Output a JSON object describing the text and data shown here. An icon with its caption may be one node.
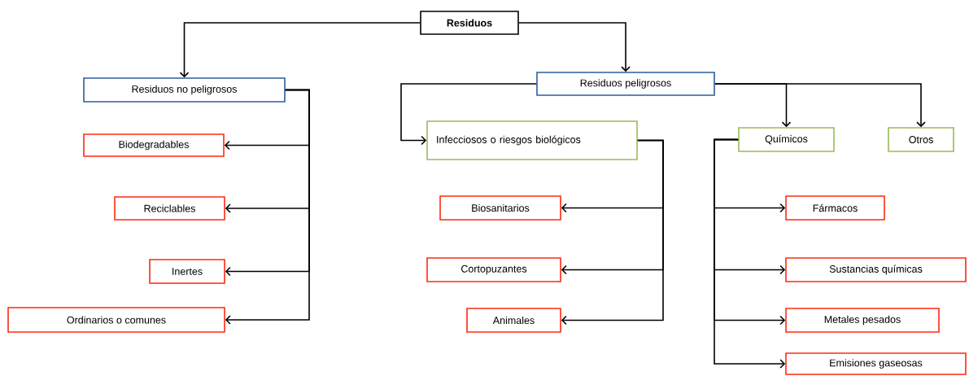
{
  "diagram": {
    "nodes": [
      {
        "text": [
          "Residuos"
        ]
      },
      {
        "text": [
          "Residuos no peligrosos"
        ]
      },
      {
        "text": [
          "Residuos peligrosos"
        ]
      },
      {
        "text": [
          "Biodegradables"
        ]
      },
      {
        "text": [
          "Reciclables"
        ]
      },
      {
        "text": [
          "Inertes"
        ]
      },
      {
        "text": [
          "Ordinarios o comunes"
        ]
      },
      {
        "text": [
          "Infecciosos o riesgos biológicos"
        ]
      },
      {
        "text": [
          "Químicos"
        ]
      },
      {
        "text": [
          "Otros"
        ]
      },
      {
        "text": [
          "Biosanitarios"
        ]
      },
      {
        "text": [
          "Cortopuzantes"
        ]
      },
      {
        "text": [
          "Animales"
        ]
      },
      {
        "text": [
          "Fármacos"
        ]
      },
      {
        "text": [
          "Sustancias químicas"
        ]
      },
      {
        "text": [
          "Metales pesados"
        ]
      },
      {
        "text": [
          "Emisiones gaseosas"
        ]
      }
    ],
    "edges": [
      {
        "from": 0,
        "to": 1,
        "arrow": "to"
      },
      {
        "from": 0,
        "to": 2,
        "arrow": "to"
      },
      {
        "from": 1,
        "to": 3,
        "arrow": "to"
      },
      {
        "from": 1,
        "to": 4,
        "arrow": "to"
      },
      {
        "from": 1,
        "to": 5,
        "arrow": "to"
      },
      {
        "from": 1,
        "to": 6,
        "arrow": "to"
      },
      {
        "from": 2,
        "to": 7,
        "arrow": "to"
      },
      {
        "from": 2,
        "to": 8,
        "arrow": "to"
      },
      {
        "from": 2,
        "to": 9,
        "arrow": "to"
      },
      {
        "from": 7,
        "to": 10,
        "arrow": "to"
      },
      {
        "from": 7,
        "to": 11,
        "arrow": "to"
      },
      {
        "from": 7,
        "to": 12,
        "arrow": "to"
      },
      {
        "from": 8,
        "to": 13,
        "arrow": "to"
      },
      {
        "from": 8,
        "to": 14,
        "arrow": "to"
      },
      {
        "from": 8,
        "to": 15,
        "arrow": "to"
      },
      {
        "from": 8,
        "to": 16,
        "arrow": "to"
      }
    ]
  }
}
